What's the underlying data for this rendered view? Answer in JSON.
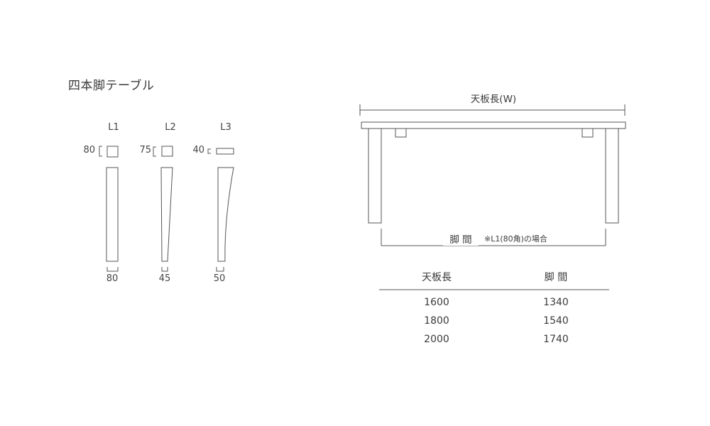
{
  "title": "四本脚テーブル",
  "legs": [
    {
      "label": "L1",
      "section": "80",
      "bottom": "80"
    },
    {
      "label": "L2",
      "section": "75",
      "bottom": "45"
    },
    {
      "label": "L3",
      "section": "40",
      "bottom": "50"
    }
  ],
  "front_view": {
    "width_label": "天板長(W)",
    "gap_label": "脚 間",
    "gap_note": "※L1(80角)の場合"
  },
  "table": {
    "headers": [
      "天板長",
      "脚 間"
    ],
    "rows": [
      [
        "1600",
        "1340"
      ],
      [
        "1800",
        "1540"
      ],
      [
        "2000",
        "1740"
      ]
    ]
  }
}
